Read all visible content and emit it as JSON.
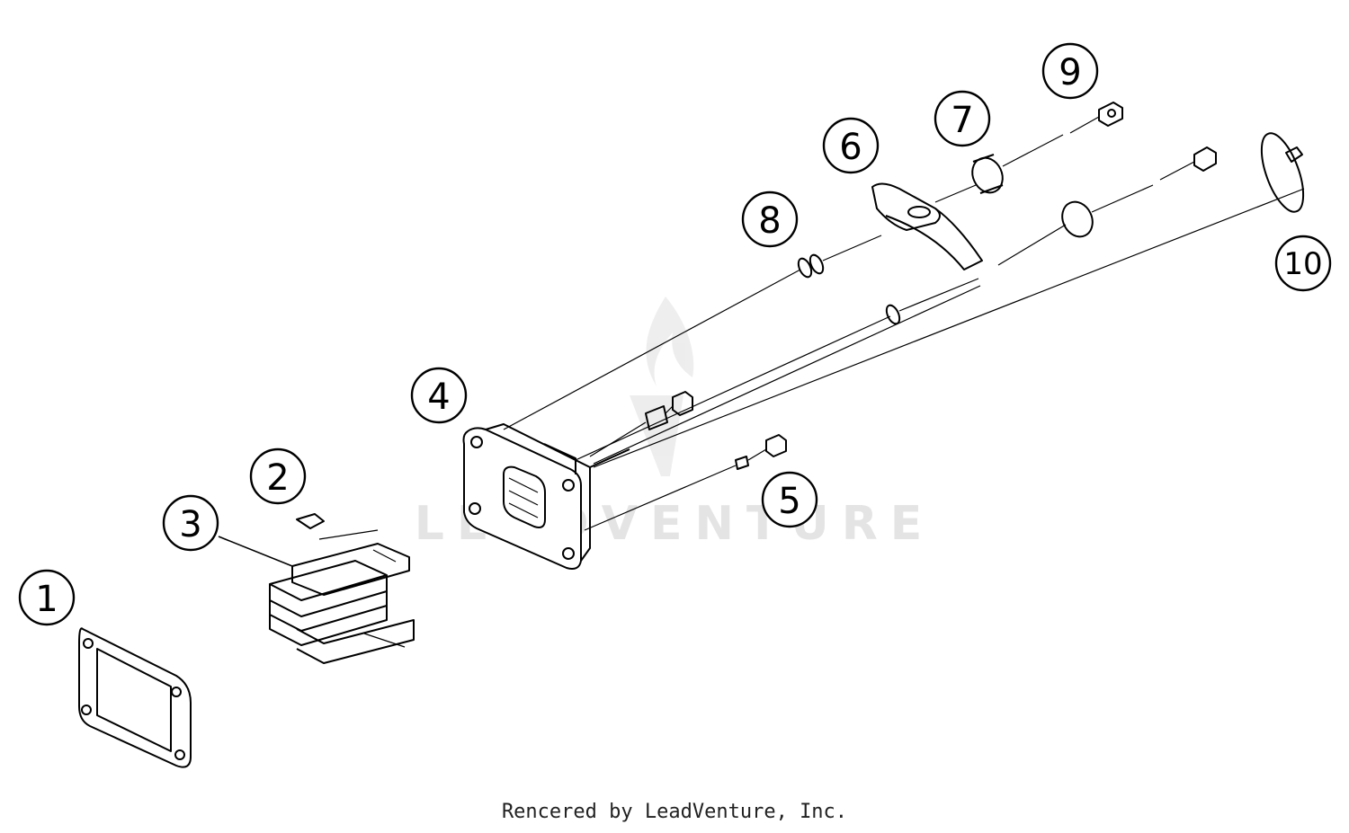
{
  "diagram": {
    "callouts": [
      "1",
      "2",
      "3",
      "4",
      "5",
      "6",
      "7",
      "8",
      "9",
      "10"
    ],
    "watermark": "LEADVENTURE",
    "credit": "Rencered by LeadVenture, Inc."
  }
}
